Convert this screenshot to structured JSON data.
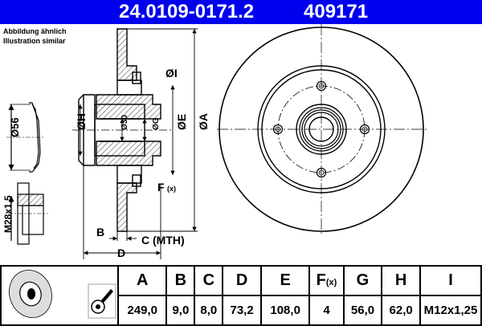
{
  "header": {
    "part_number": "24.0109-0171.2",
    "ref_number": "409171",
    "background_color": "#0000ee"
  },
  "note": {
    "line1": "Abbildung ähnlich",
    "line2": "Illustration similar"
  },
  "drawing_labels": {
    "dia_I": "ØI",
    "dia_H": "ØH",
    "dia_30": "Ø30",
    "dia_G": "ØG",
    "dia_E": "ØE",
    "dia_A": "ØA",
    "F": "F",
    "F_sub": "(x)",
    "B": "B",
    "C": "C (MTH)",
    "D": "D",
    "dia_56": "Ø56",
    "thread": "M28x1,5"
  },
  "table": {
    "headers": [
      "A",
      "B",
      "C",
      "D",
      "E",
      "F",
      "G",
      "H",
      "I"
    ],
    "f_sub": "(x)",
    "values": [
      "249,0",
      "9,0",
      "8,0",
      "73,2",
      "108,0",
      "4",
      "56,0",
      "62,0",
      "M12x1,25"
    ]
  }
}
